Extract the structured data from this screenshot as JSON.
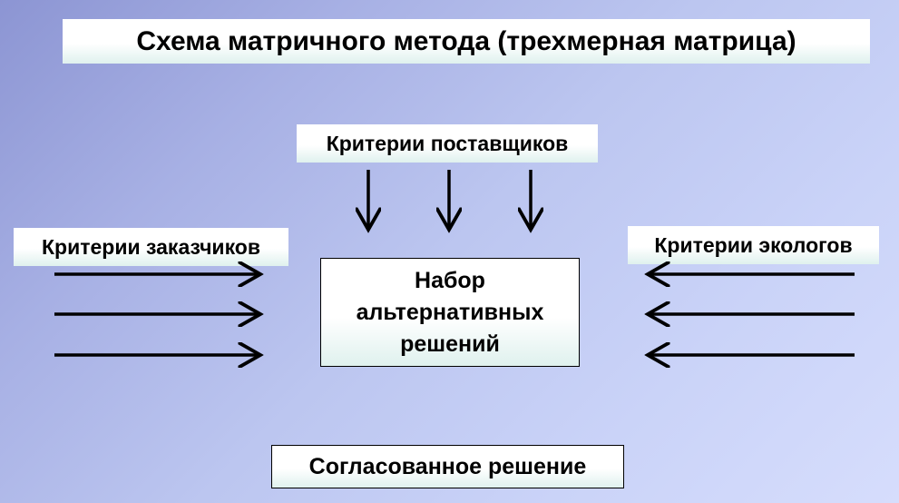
{
  "title": "Схема матричного метода (трехмерная матрица)",
  "criteria": {
    "suppliers": "Критерии поставщиков",
    "customers": "Критерии заказчиков",
    "ecologists": "Критерии экологов"
  },
  "center_box": "Набор\nальтернативных\nрешений",
  "result": "Согласованное решение"
}
